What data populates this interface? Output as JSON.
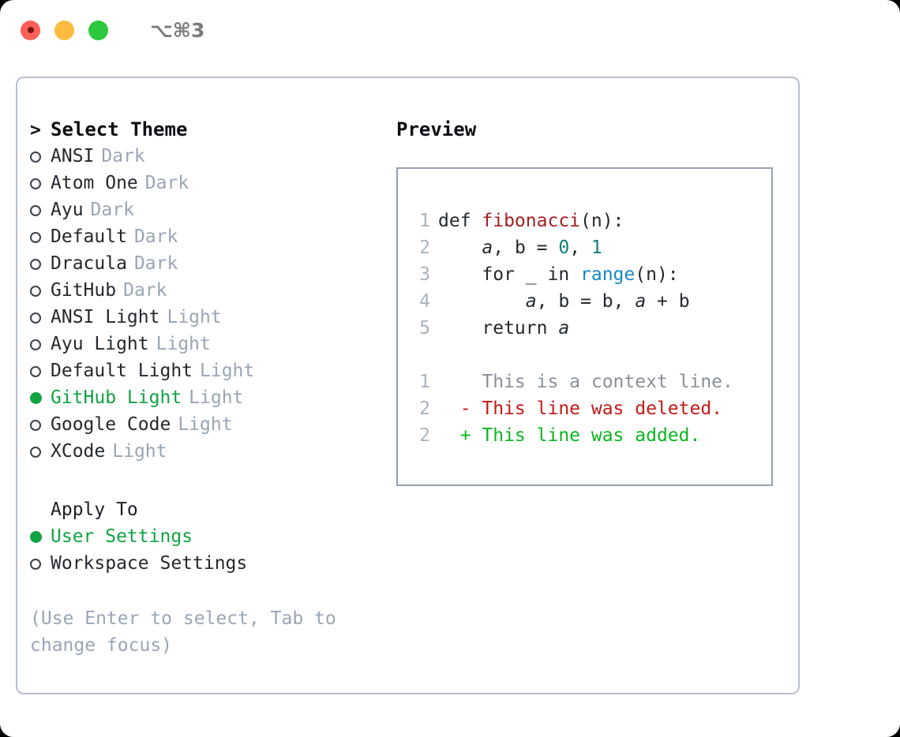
{
  "titlebar": {
    "shortcut": "⌥⌘3",
    "lights": [
      "close",
      "minimize",
      "zoom"
    ]
  },
  "theme_picker": {
    "header_marker": ">",
    "header_label": "Select Theme",
    "items": [
      {
        "marker": "o",
        "label": "ANSI",
        "badge": "Dark",
        "selected": false
      },
      {
        "marker": "o",
        "label": "Atom One",
        "badge": "Dark",
        "selected": false
      },
      {
        "marker": "o",
        "label": "Ayu",
        "badge": "Dark",
        "selected": false
      },
      {
        "marker": "o",
        "label": "Default",
        "badge": "Dark",
        "selected": false
      },
      {
        "marker": "o",
        "label": "Dracula",
        "badge": "Dark",
        "selected": false
      },
      {
        "marker": "o",
        "label": "GitHub",
        "badge": "Dark",
        "selected": false
      },
      {
        "marker": "o",
        "label": "ANSI Light",
        "badge": "Light",
        "selected": false
      },
      {
        "marker": "o",
        "label": "Ayu Light",
        "badge": "Light",
        "selected": false
      },
      {
        "marker": "o",
        "label": "Default Light",
        "badge": "Light",
        "selected": false
      },
      {
        "marker": "●",
        "label": "GitHub Light",
        "badge": "Light",
        "selected": true
      },
      {
        "marker": "o",
        "label": "Google Code",
        "badge": "Light",
        "selected": false
      },
      {
        "marker": "o",
        "label": "XCode",
        "badge": "Light",
        "selected": false
      }
    ]
  },
  "apply_to": {
    "header_label": "Apply To",
    "items": [
      {
        "marker": "●",
        "label": "User Settings",
        "selected": true
      },
      {
        "marker": "o",
        "label": "Workspace Settings",
        "selected": false
      }
    ]
  },
  "hint_text": "(Use Enter to select, Tab to change focus)",
  "preview": {
    "title": "Preview",
    "code_lines": [
      {
        "no": "1",
        "tokens": [
          {
            "t": "def ",
            "c": "kw"
          },
          {
            "t": "fibonacci",
            "c": "fn"
          },
          {
            "t": "(n):",
            "c": "plain"
          }
        ]
      },
      {
        "no": "2",
        "tokens": [
          {
            "t": "    ",
            "c": "plain"
          },
          {
            "t": "a",
            "c": "var"
          },
          {
            "t": ", ",
            "c": "plain"
          },
          {
            "t": "b",
            "c": "kw"
          },
          {
            "t": " = ",
            "c": "plain"
          },
          {
            "t": "0",
            "c": "num"
          },
          {
            "t": ", ",
            "c": "plain"
          },
          {
            "t": "1",
            "c": "num"
          }
        ]
      },
      {
        "no": "3",
        "tokens": [
          {
            "t": "    for _ in ",
            "c": "plain"
          },
          {
            "t": "range",
            "c": "call"
          },
          {
            "t": "(n):",
            "c": "plain"
          }
        ]
      },
      {
        "no": "4",
        "tokens": [
          {
            "t": "        ",
            "c": "plain"
          },
          {
            "t": "a",
            "c": "var"
          },
          {
            "t": ", ",
            "c": "plain"
          },
          {
            "t": "b",
            "c": "kw"
          },
          {
            "t": " = ",
            "c": "plain"
          },
          {
            "t": "b",
            "c": "kw"
          },
          {
            "t": ", ",
            "c": "plain"
          },
          {
            "t": "a",
            "c": "var"
          },
          {
            "t": " + ",
            "c": "plain"
          },
          {
            "t": "b",
            "c": "kw"
          }
        ]
      },
      {
        "no": "5",
        "tokens": [
          {
            "t": "    return ",
            "c": "plain"
          },
          {
            "t": "a",
            "c": "var"
          }
        ]
      }
    ],
    "diff_lines": [
      {
        "no": "1",
        "sign": " ",
        "text": "This is a context line.",
        "kind": "ctx"
      },
      {
        "no": "2",
        "sign": "-",
        "text": "This line was deleted.",
        "kind": "del"
      },
      {
        "no": "2",
        "sign": "+",
        "text": "This line was added.",
        "kind": "add"
      }
    ]
  },
  "colors": {
    "accent_green": "#11a342",
    "muted": "#9aa5b6",
    "panel_border": "#96a1b1",
    "frame_border": "#b8c0cc",
    "diff_delete": "#c41a16",
    "diff_add": "#0bb520",
    "syntax_function": "#a71d20",
    "syntax_number": "#0f7f79",
    "syntax_call": "#1987c4"
  }
}
